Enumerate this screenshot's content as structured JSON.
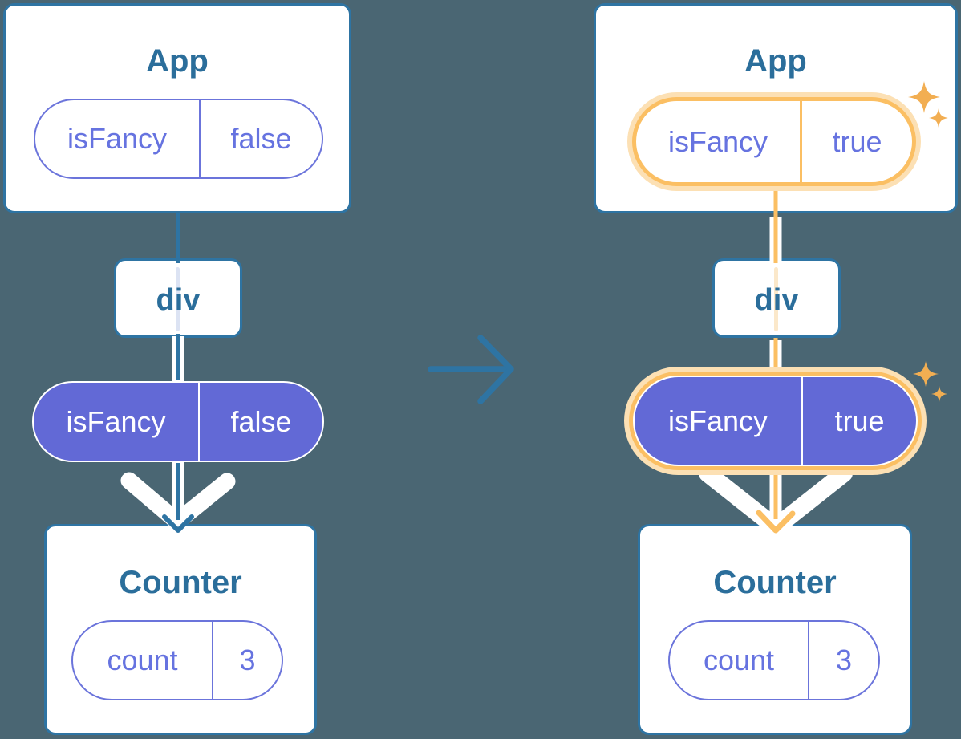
{
  "left": {
    "app_title": "App",
    "app_prop_name": "isFancy",
    "app_prop_value": "false",
    "div_label": "div",
    "pill_prop_name": "isFancy",
    "pill_prop_value": "false",
    "counter_title": "Counter",
    "counter_state_name": "count",
    "counter_state_value": "3"
  },
  "right": {
    "app_title": "App",
    "app_prop_name": "isFancy",
    "app_prop_value": "true",
    "div_label": "div",
    "pill_prop_name": "isFancy",
    "pill_prop_value": "true",
    "counter_title": "Counter",
    "counter_state_name": "count",
    "counter_state_value": "3"
  },
  "colors": {
    "background": "#4A6673",
    "card_background": "#FFFFFF",
    "teal_border": "#2E74A3",
    "teal_text": "#2B6E9B",
    "purple_text": "#6673E0",
    "purple_border": "#6B74DB",
    "purple_fill": "#6269D6",
    "orange_highlight": "#FBBF63",
    "orange_halo": "#FCE0B4",
    "sparkle": "#F2AE52",
    "pale_blue_pass_line": "#DCE3F3",
    "pale_orange_pass_line": "#FBE8CA"
  },
  "icons": {
    "sparkle": "four-point-star",
    "transition_arrow": "right-arrow",
    "flow_arrow": "down-arrow"
  }
}
